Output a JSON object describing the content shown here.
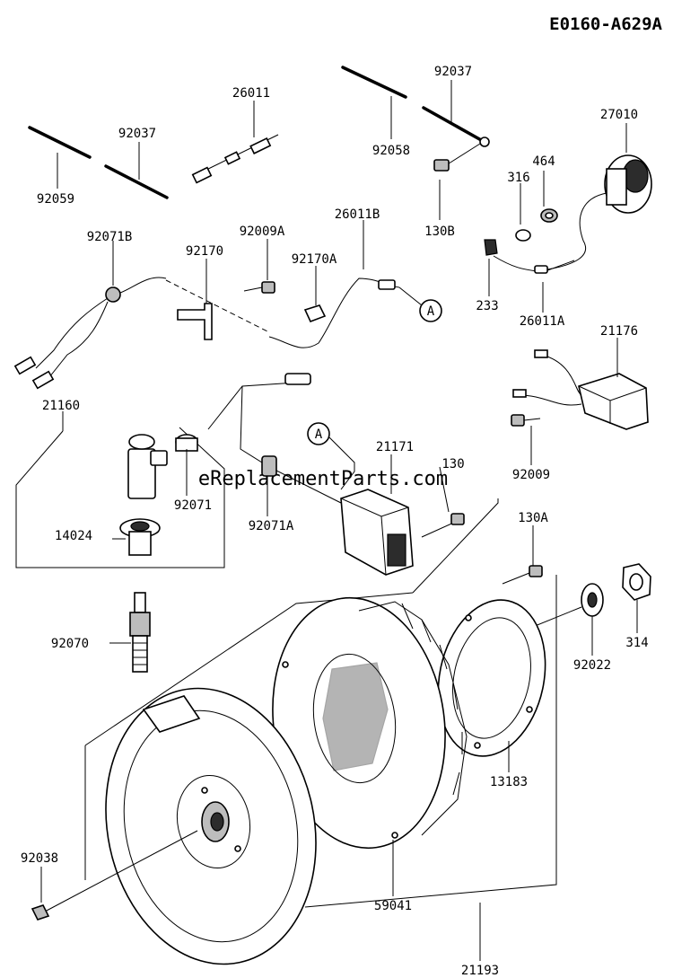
{
  "diagram_code": "E0160-A629A",
  "watermark": "eReplacementParts.com",
  "callout_marker": "A",
  "part_labels": {
    "p27010": "27010",
    "p92037_top": "92037",
    "p92058": "92058",
    "p130B": "130B",
    "p26011": "26011",
    "p92037_left": "92037",
    "p92059": "92059",
    "p464": "464",
    "p316": "316",
    "p92071B": "92071B",
    "p92170": "92170",
    "p92009A": "92009A",
    "p26011B": "26011B",
    "p92170A": "92170A",
    "p233": "233",
    "p26011A": "26011A",
    "p21176": "21176",
    "p21160": "21160",
    "p21171": "21171",
    "p130": "130",
    "p92071": "92071",
    "p92009": "92009",
    "p92071A": "92071A",
    "p14024": "14024",
    "p130A": "130A",
    "p92070": "92070",
    "p314": "314",
    "p92022": "92022",
    "p13183": "13183",
    "p92038": "92038",
    "p59041": "59041",
    "p21193": "21193"
  }
}
